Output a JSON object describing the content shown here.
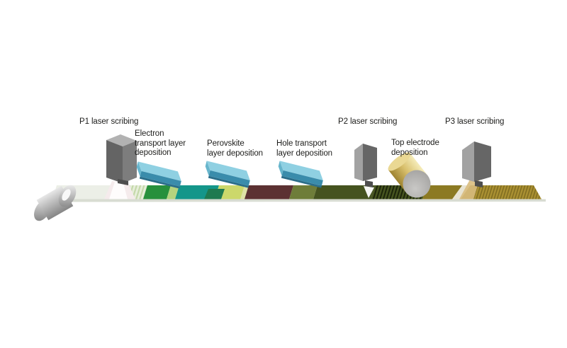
{
  "diagram": {
    "labels": {
      "p1": "P1 laser scribing",
      "etl": "Electron\ntransport layer\ndeposition",
      "perovskite": "Perovskite\nlayer deposition",
      "htl": "Hole transport\nlayer deposition",
      "p2": "P2 laser scribing",
      "top_electrode": "Top electrode\ndeposition",
      "p3": "P3 laser scribing"
    },
    "colors": {
      "background": "#ffffff",
      "text": "#1d1d1b",
      "substrate": "#ecefe7",
      "substrate_edge": "#d8dcd2",
      "p1_hatch_base": "#e7eedb",
      "p1_hatch_line": "#c3d8a8",
      "etl_ink": "#27903c",
      "etl_wet": "#b5d37e",
      "etl_layer": "#14968a",
      "pvk_ink_dark": "#1f7a50",
      "pvk_ink": "#ccd86b",
      "pvk_wet": "#dfe3a6",
      "pvk_layer": "#5c3132",
      "htl_wet": "#6e7d39",
      "htl_layer": "#45531f",
      "p2_hatch_base": "#46541f",
      "p2_hatch_line": "#182009",
      "electrode_layer": "#8c7a23",
      "p3_hatch_base": "#ab9132",
      "p3_hatch_line": "#7d6a20",
      "blade_top": "#8fd0e2",
      "blade_front": "#3a8cab",
      "blade_side": "#67b5cc",
      "blade_lip": "#2b6e8a",
      "laser_top": "#b2b2b2",
      "laser_left": "#646464",
      "laser_right": "#7d7d7d",
      "laser_light_face": "#a2a2a2",
      "laser_dark_face": "#666666",
      "laser_tip": "#4e4e4e",
      "beam_pink": "#f5ebec",
      "beam_white": "#ffffff",
      "beam_tan": "#d9bc7e",
      "roller_cap": "#ead893"
    }
  }
}
